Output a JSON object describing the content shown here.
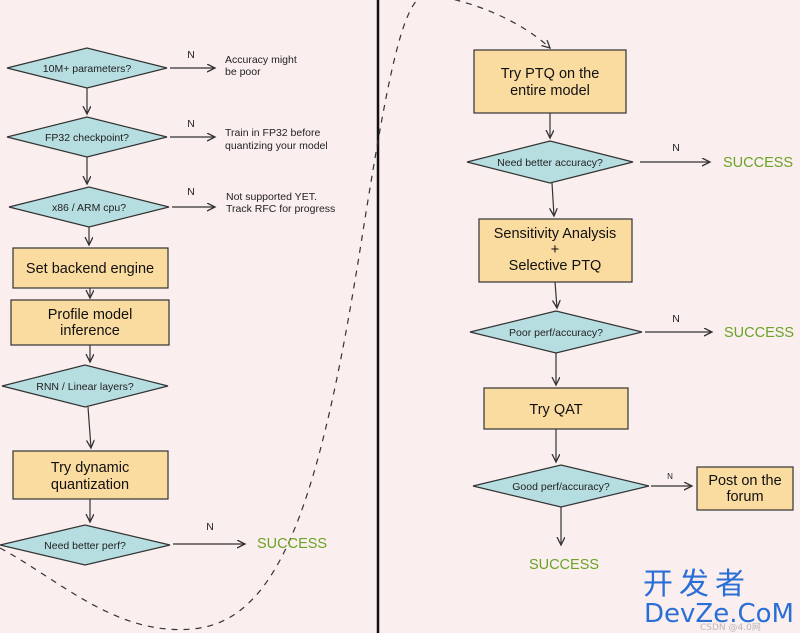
{
  "colors": {
    "background": "#fbeeee",
    "decision_fill": "#b6dde0",
    "process_fill": "#fbdca0",
    "success": "#6aa325",
    "stroke": "#333333",
    "watermark": "#2a6fd6"
  },
  "left": {
    "d1": "10M+ parameters?",
    "d1_no": "N",
    "d1_note": [
      "Accuracy might",
      "be poor"
    ],
    "d2": "FP32 checkpoint?",
    "d2_no": "N",
    "d2_note": [
      "Train in FP32 before",
      "quantizing your model"
    ],
    "d3": "x86 / ARM cpu?",
    "d3_no": "N",
    "d3_note": [
      "Not supported YET.",
      "Track RFC for progress"
    ],
    "p1": "Set backend engine",
    "p2": [
      "Profile model",
      "inference"
    ],
    "d4": "RNN / Linear layers?",
    "p3": [
      "Try dynamic",
      "quantization"
    ],
    "d5": "Need better perf?",
    "d5_no": "N",
    "d5_result": "SUCCESS"
  },
  "right": {
    "p1": [
      "Try PTQ on the",
      "entire model"
    ],
    "d1": "Need better accuracy?",
    "d1_no": "N",
    "d1_result": "SUCCESS",
    "p2": [
      "Sensitivity Analysis",
      "+",
      "Selective PTQ"
    ],
    "d2": "Poor perf/accuracy?",
    "d2_no": "N",
    "d2_result": "SUCCESS",
    "p3": "Try QAT",
    "d3": "Good perf/accuracy?",
    "d3_no": "N",
    "d3_no_box": [
      "Post on the",
      "forum"
    ],
    "d3_yes_result": "SUCCESS"
  },
  "watermark": {
    "line1": "开发者",
    "line2": "DevZe.CoM",
    "line3": "CSDN @4.0网"
  }
}
